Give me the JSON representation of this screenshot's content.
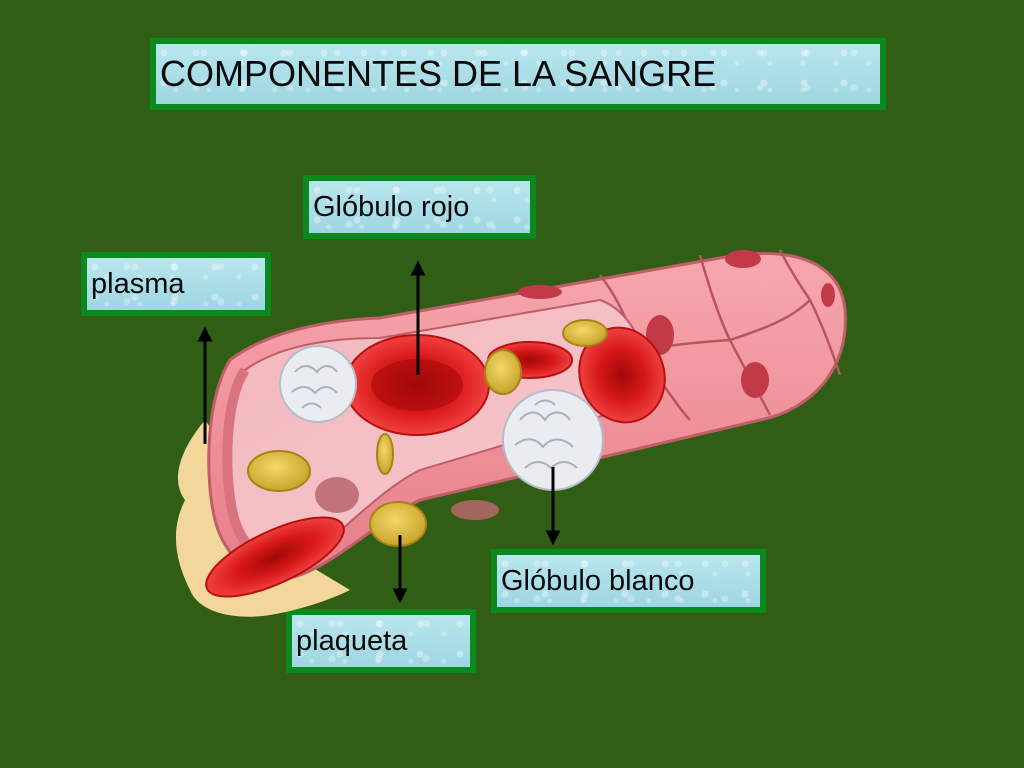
{
  "title": "COMPONENTES DE LA SANGRE",
  "labels": {
    "red_cell": "Glóbulo rojo",
    "plasma": "plasma",
    "white_cell": "Glóbulo blanco",
    "platelet": "plaqueta"
  },
  "colors": {
    "background": "#2f5e14",
    "label_border": "#0a8a1c",
    "label_fill": "#b9e6ee",
    "vessel_wall": "#f08f98",
    "red_cell": "#d81818",
    "platelet": "#e6c44a",
    "white_cell": "#eef2f6"
  }
}
